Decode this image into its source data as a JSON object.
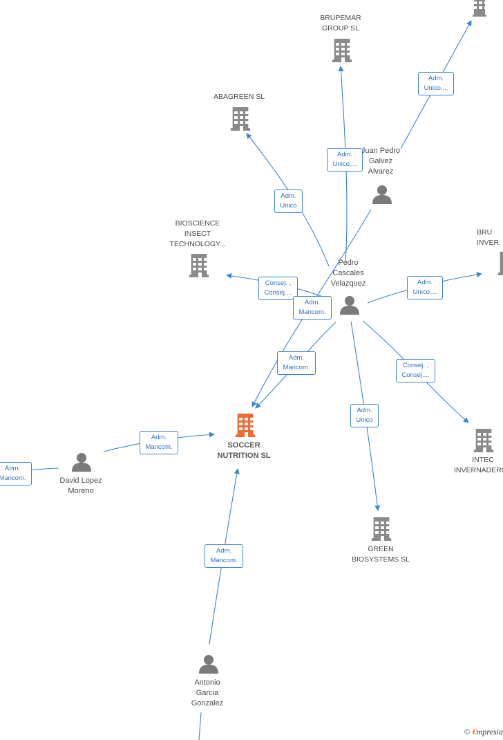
{
  "colors": {
    "edge": "#3b82d6",
    "company": "#8a8a8a",
    "main_company": "#f06a35",
    "person": "#7a7a7a",
    "label_text": "#4a4a4a",
    "edge_text": "#2f6fbf"
  },
  "companies": {
    "brupemar": {
      "label": "BRUPEMAR\nGROUP  SL"
    },
    "abagreen": {
      "label": "ABAGREEN SL"
    },
    "bioscience": {
      "label": "BIOSCIENCE\nINSECT\nTECHNOLOGY..."
    },
    "bru_inver": {
      "label": "BRU\nINVER"
    },
    "soccer": {
      "label": "SOCCER\nNUTRITION  SL"
    },
    "intec": {
      "label": "INTEC\nINVERNADEROS"
    },
    "green": {
      "label": "GREEN\nBIOSYSTEMS SL"
    }
  },
  "persons": {
    "juan": {
      "label": "Juan Pedro\nGalvez\nAlvarez"
    },
    "pedro": {
      "label": "Pedro\nCascales\nVelazquez"
    },
    "david": {
      "label": "David Lopez\nMoreno"
    },
    "antonio": {
      "label": "Antonio\nGarcia\nGonzalez"
    }
  },
  "edges": {
    "e_top_right": "Adm.\nUnico,...",
    "e_brupemar": "Adm.\nUnico,...",
    "e_abagreen": "Adm.\nUnico",
    "e_bioscience": "Consej. ,\nConsej....",
    "e_pedro_soccer_1": "Adm.\nMancom.",
    "e_pedro_soccer_2": "Adm.\nMancom.",
    "e_bru_inver": "Adm.\nUnico,...",
    "e_intec": "Consej. ,\nConsej....",
    "e_green": "Adm.\nUnico",
    "e_david_soccer": "Adm.\nMancom.",
    "e_left_david": "Adm.\nMancom.",
    "e_antonio_soccer": "Adm.\nMancom."
  },
  "footer": {
    "copyright": "©",
    "brand_e": "€",
    "brand": "mpresia"
  }
}
